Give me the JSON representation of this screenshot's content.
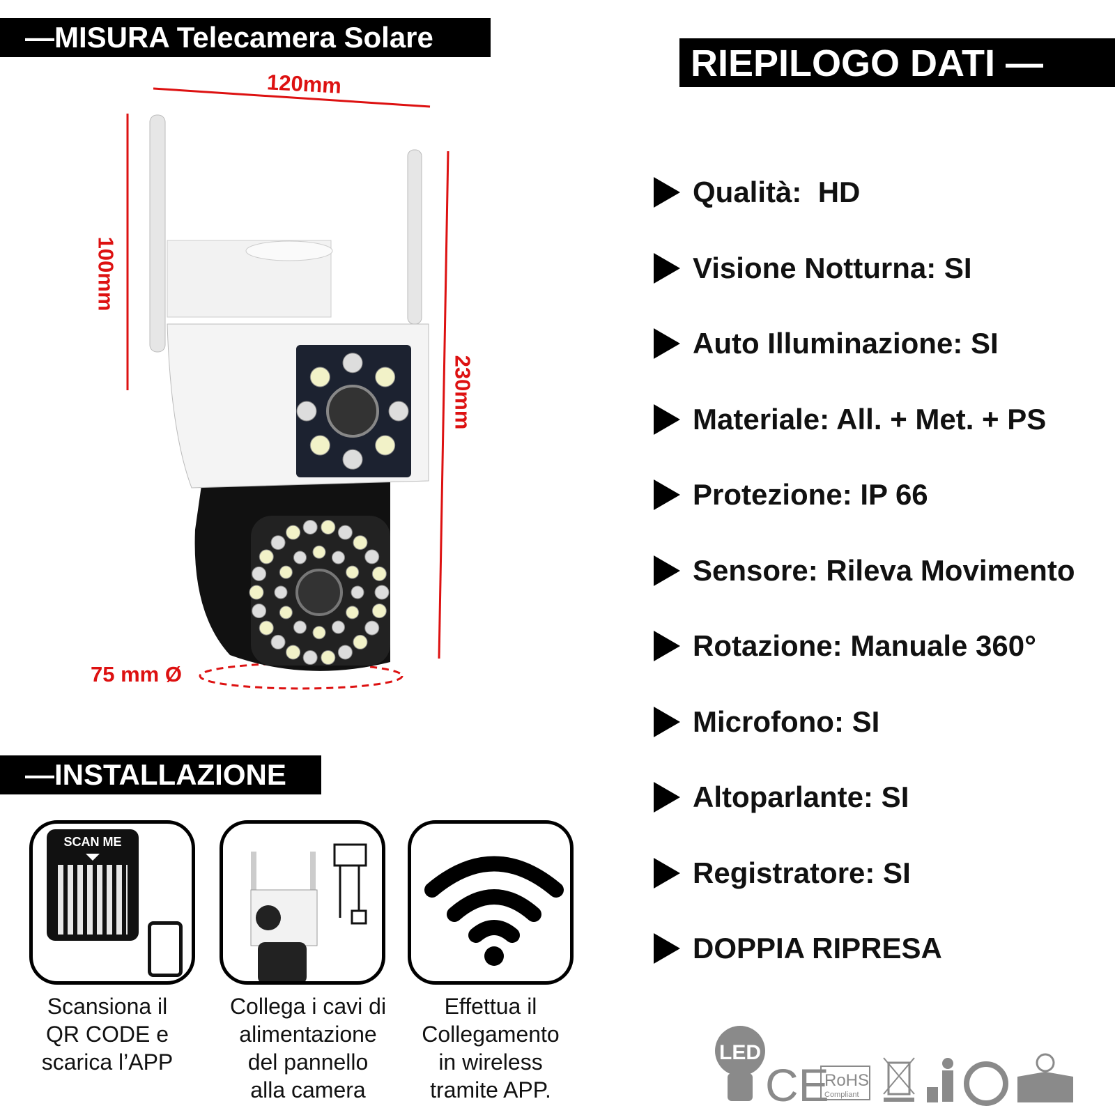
{
  "headers": {
    "size_title": "—MISURA Telecamera Solare",
    "summary_title": "RIEPILOGO DATI —",
    "install_title": "—INSTALLAZIONE"
  },
  "dimensions": {
    "width": "120mm",
    "height_top": "100mm",
    "height_total": "230mm",
    "base": "75 mm Ø"
  },
  "specs": [
    "Qualità:  HD",
    "Visione Notturna: SI",
    "Auto Illuminazione: SI",
    "Materiale: All. + Met. + PS",
    "Protezione: IP 66",
    "Sensore: Rileva Movimento",
    "Rotazione: Manuale 360°",
    "Microfono: SI",
    "Altoparlante: SI",
    "Registratore: SI",
    "DOPPIA RIPRESA"
  ],
  "install": {
    "scan_label": "SCAN ME",
    "steps": [
      "Scansiona il\nQR CODE e\nscarica l’APP",
      "Collega i cavi di\nalimentazione\ndel pannello\nalla camera",
      "Effettua il\nCollegamento\nin wireless\ntramite APP."
    ]
  },
  "certs": {
    "led": "LED",
    "ce": "CE",
    "rohs": "RoHS",
    "rohs_sub": "Compliant"
  },
  "colors": {
    "dimension": "#dd1111",
    "cert_gray": "#8a8a8a"
  }
}
